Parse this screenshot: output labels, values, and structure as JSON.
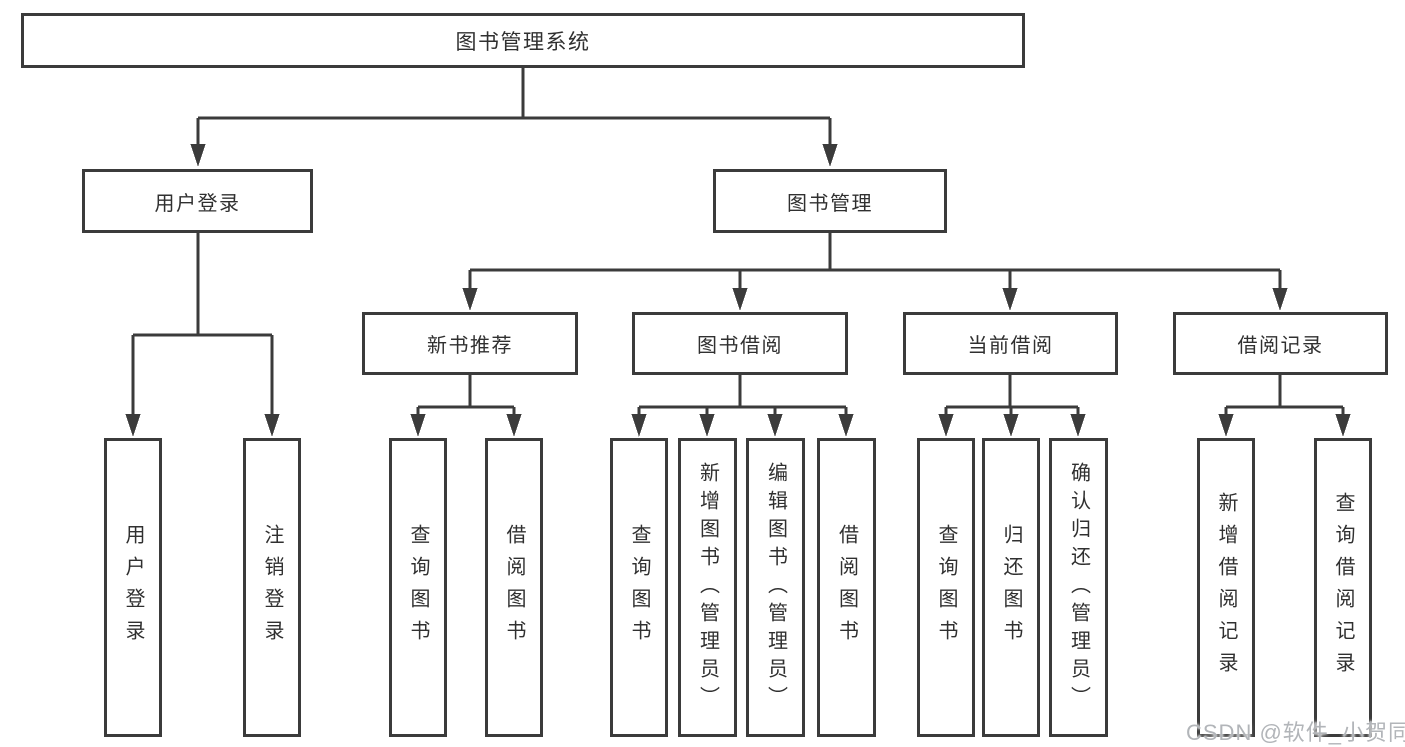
{
  "watermark": "CSDN @软件_小贺同学",
  "colors": {
    "line": "#3b3b3b",
    "text": "#303030",
    "background": "#ffffff",
    "watermark": "#b2b5b9"
  },
  "tree": {
    "label": "图书管理系统",
    "children": [
      {
        "label": "用户登录",
        "children": [
          {
            "label": "用户登录"
          },
          {
            "label": "注销登录"
          }
        ]
      },
      {
        "label": "图书管理",
        "children": [
          {
            "label": "新书推荐",
            "children": [
              {
                "label": "查询图书"
              },
              {
                "label": "借阅图书"
              }
            ]
          },
          {
            "label": "图书借阅",
            "children": [
              {
                "label": "查询图书"
              },
              {
                "label": "新增图书（管理员）"
              },
              {
                "label": "编辑图书（管理员）"
              },
              {
                "label": "借阅图书"
              }
            ]
          },
          {
            "label": "当前借阅",
            "children": [
              {
                "label": "查询图书"
              },
              {
                "label": "归还图书"
              },
              {
                "label": "确认归还（管理员）"
              }
            ]
          },
          {
            "label": "借阅记录",
            "children": [
              {
                "label": "新增借阅记录"
              },
              {
                "label": "查询借阅记录"
              }
            ]
          }
        ]
      }
    ]
  }
}
